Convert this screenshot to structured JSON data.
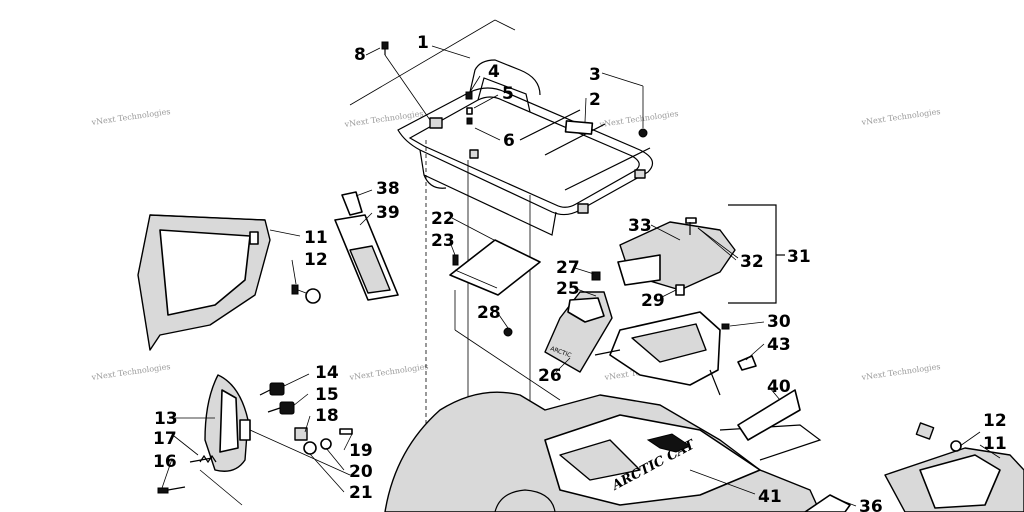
{
  "callouts": {
    "c1": "1",
    "c2": "2",
    "c3": "3",
    "c4": "4",
    "c5": "5",
    "c6": "6",
    "c8": "8",
    "c11a": "11",
    "c12a": "12",
    "c11b": "11",
    "c12b": "12",
    "c13": "13",
    "c14": "14",
    "c15": "15",
    "c16": "16",
    "c17": "17",
    "c18": "18",
    "c19": "19",
    "c20": "20",
    "c21": "21",
    "c22": "22",
    "c23": "23",
    "c25": "25",
    "c26": "26",
    "c27": "27",
    "c28": "28",
    "c29": "29",
    "c30": "30",
    "c31": "31",
    "c32": "32",
    "c33": "33",
    "c36": "36",
    "c38": "38",
    "c39": "39",
    "c40": "40",
    "c41": "41",
    "c43": "43"
  },
  "watermark": {
    "text": "vNext Technologies"
  },
  "logo_text": "ARCTIC CAT"
}
